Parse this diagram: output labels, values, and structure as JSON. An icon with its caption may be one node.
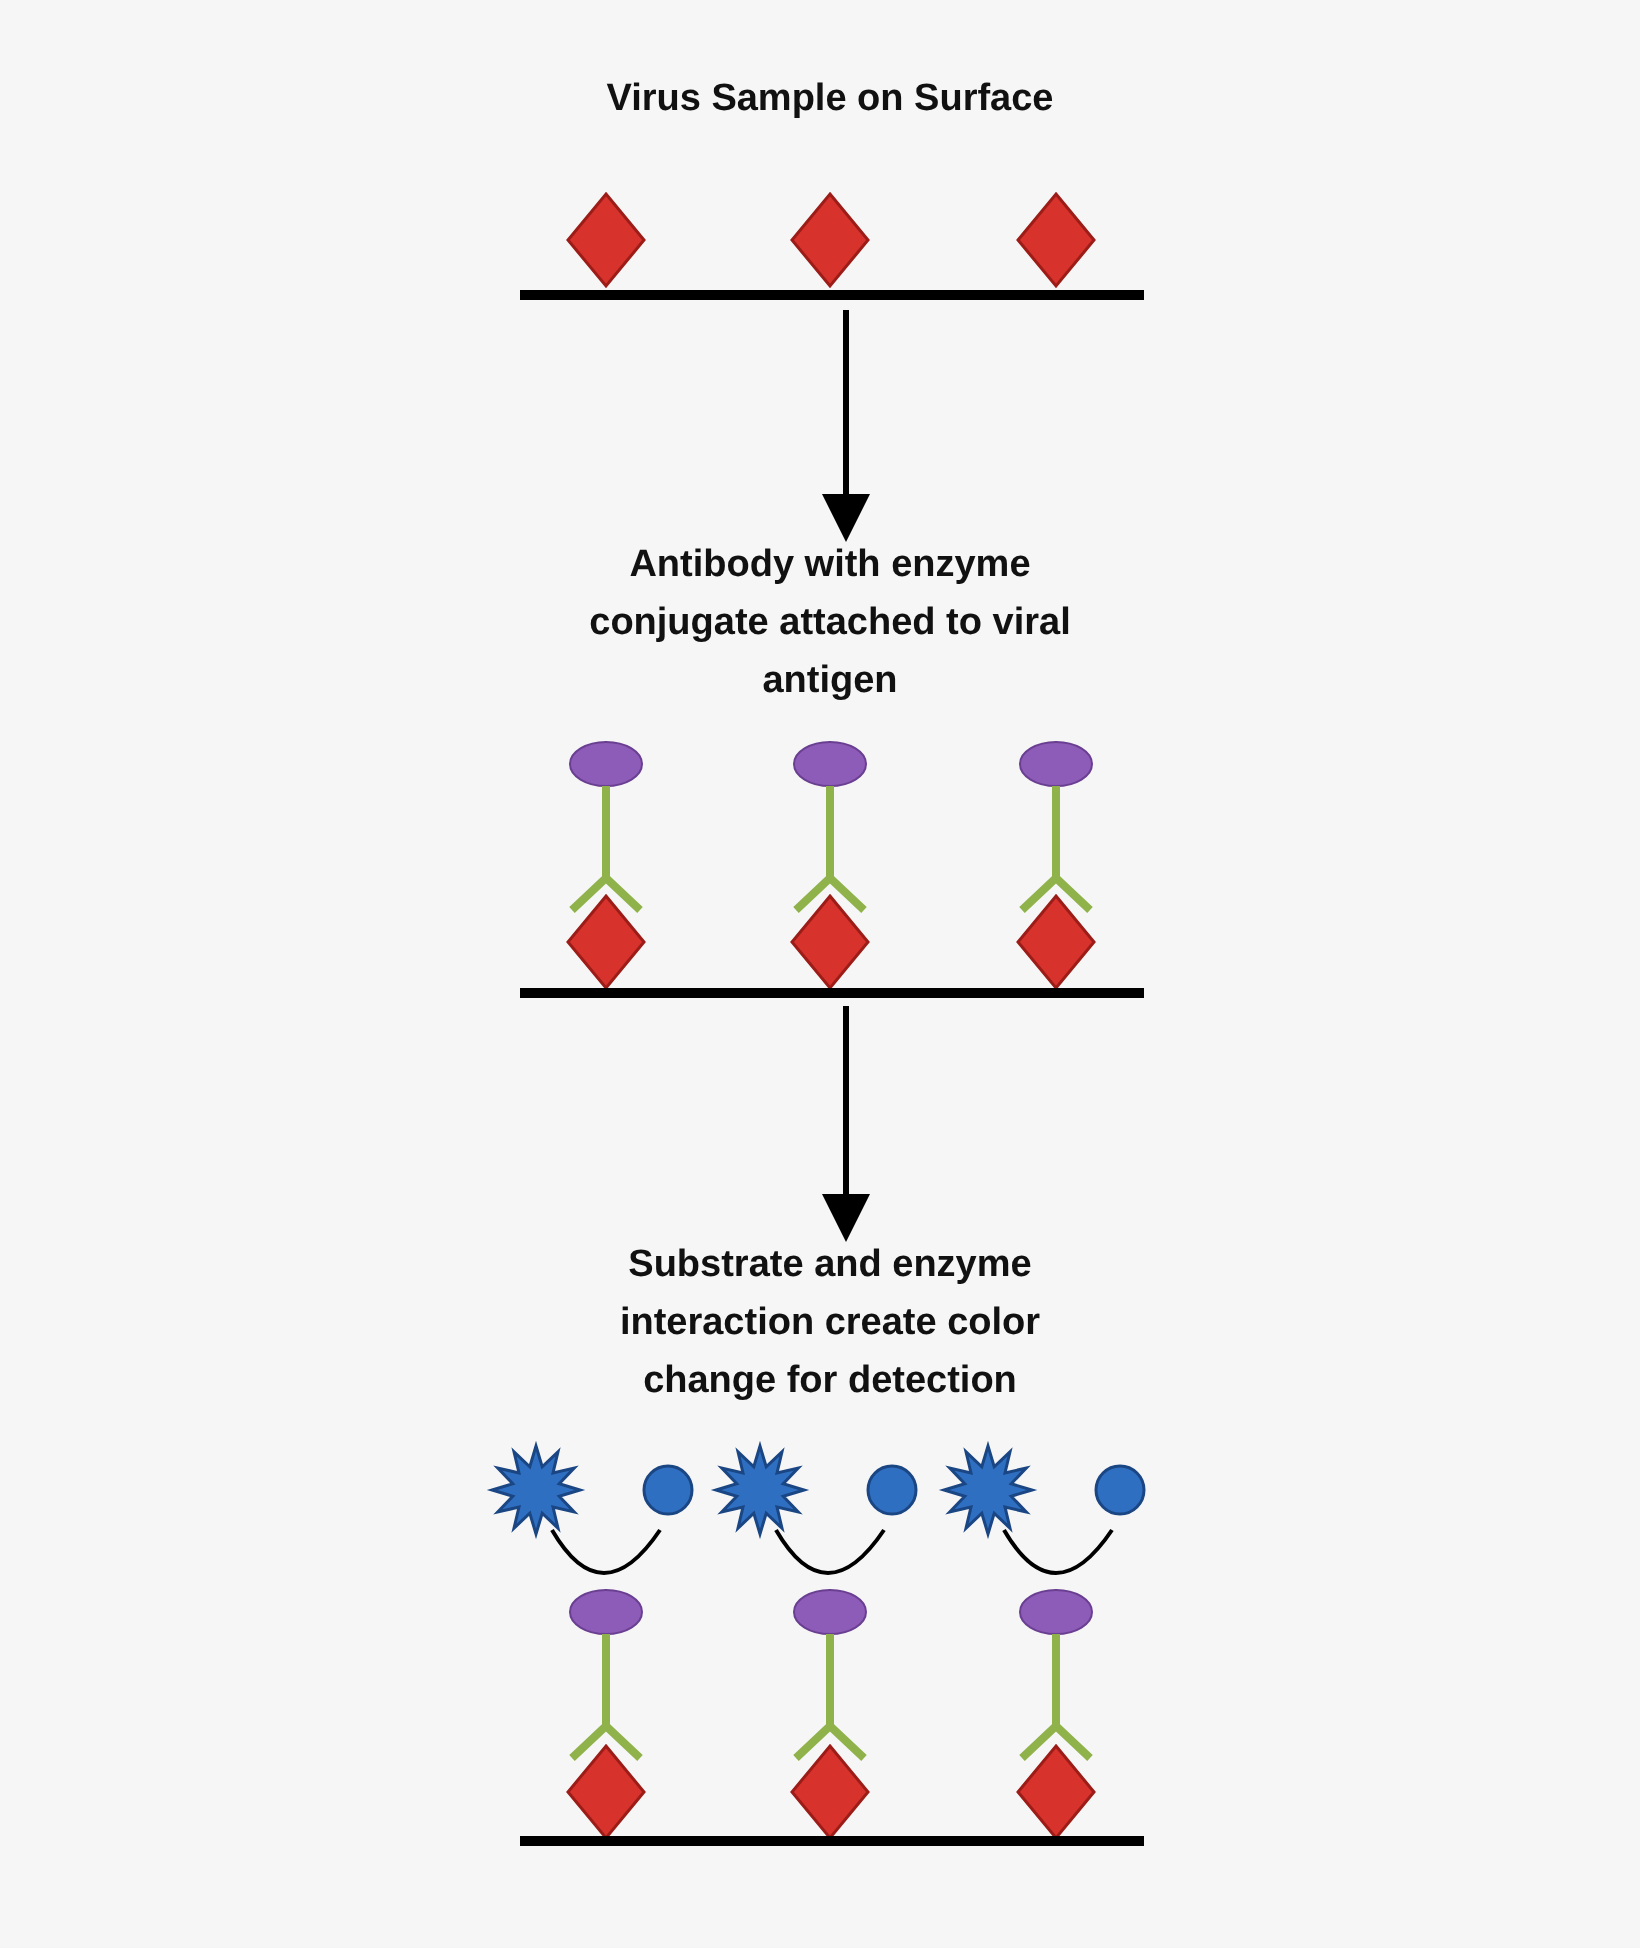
{
  "diagram": {
    "nodes": [
      {
        "text": [
          "Virus Sample on Surface"
        ]
      },
      {
        "text": [
          "Antibody with enzyme conjugate attached to viral antigen"
        ]
      },
      {
        "text": [
          "Substrate and enzyme interaction create color change for detection"
        ]
      }
    ],
    "edges": [
      {
        "from": 0,
        "to": 1,
        "arrow": "to"
      },
      {
        "from": 1,
        "to": 2,
        "arrow": "to"
      }
    ]
  }
}
